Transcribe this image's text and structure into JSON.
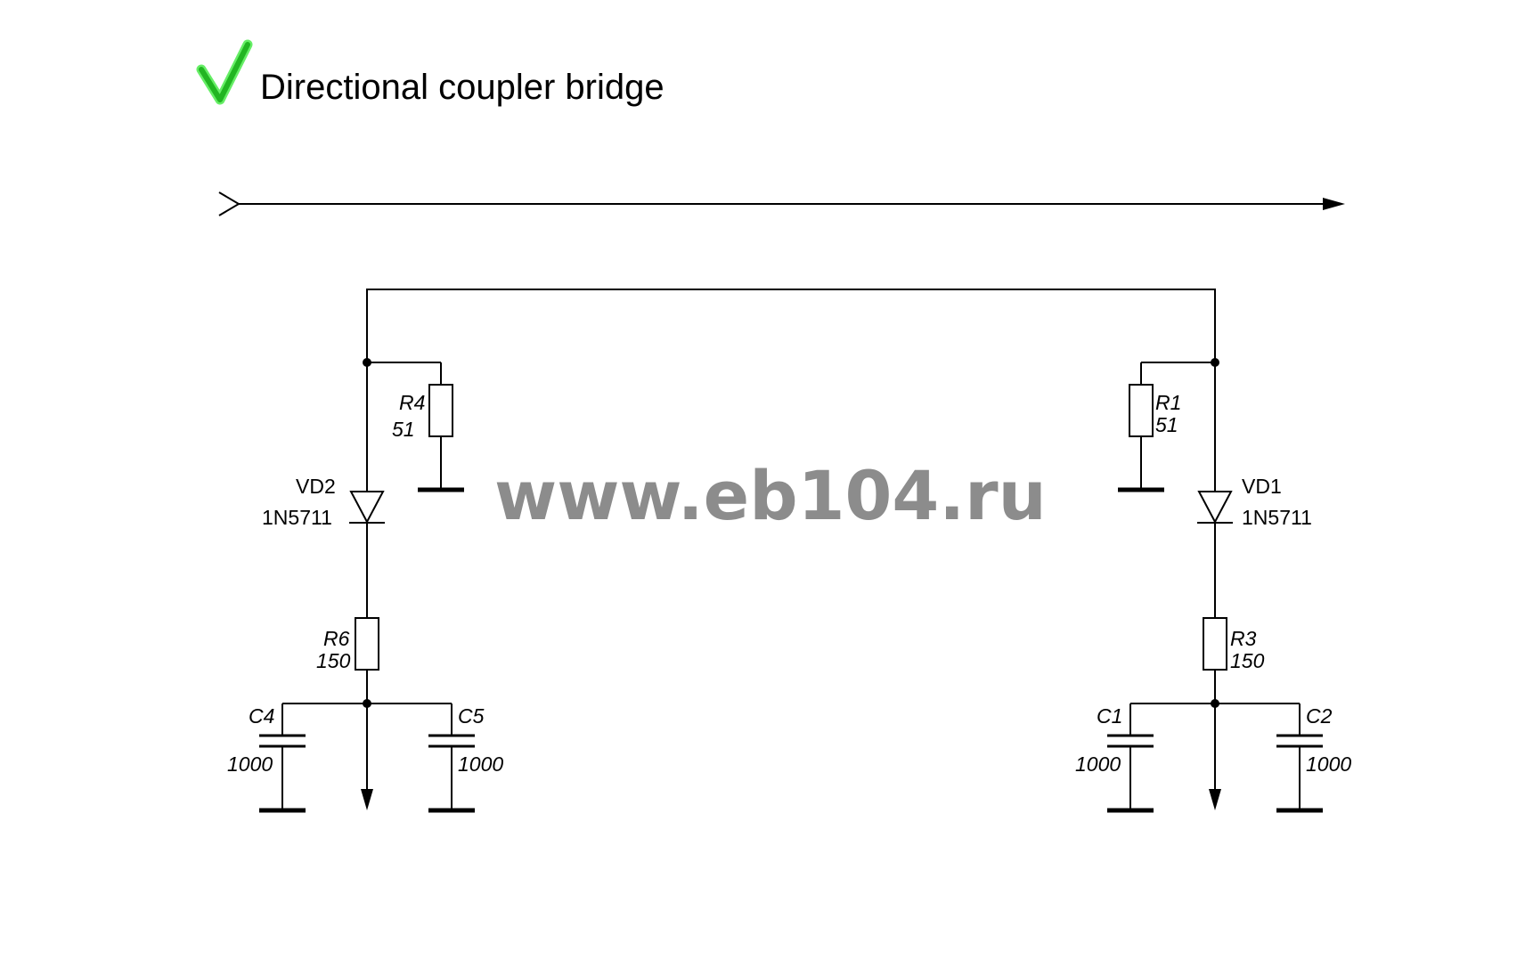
{
  "title": "Directional coupler bridge",
  "watermark": "www.eb104.ru",
  "colors": {
    "check": "#22b522",
    "check_glow": "#66ee66",
    "watermark": "#8c8c8c"
  },
  "icons": {
    "check": "check-mark-icon"
  },
  "components": {
    "R4": {
      "ref": "R4",
      "value": "51"
    },
    "R1": {
      "ref": "R1",
      "value": "51"
    },
    "R6": {
      "ref": "R6",
      "value": "150"
    },
    "R3": {
      "ref": "R3",
      "value": "150"
    },
    "VD2": {
      "ref": "VD2",
      "value": "1N5711"
    },
    "VD1": {
      "ref": "VD1",
      "value": "1N5711"
    },
    "C4": {
      "ref": "C4",
      "value": "1000"
    },
    "C5": {
      "ref": "C5",
      "value": "1000"
    },
    "C1": {
      "ref": "C1",
      "value": "1000"
    },
    "C2": {
      "ref": "C2",
      "value": "1000"
    }
  }
}
